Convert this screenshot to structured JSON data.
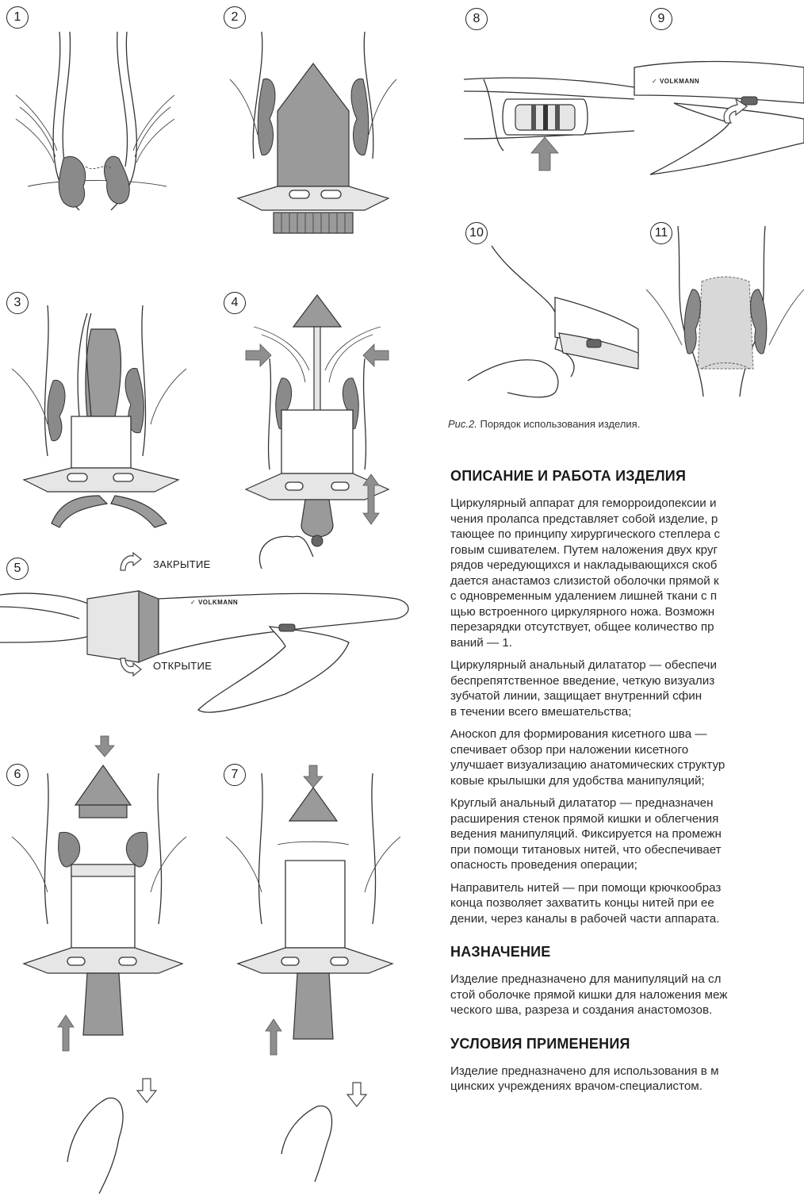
{
  "steps": [
    "1",
    "2",
    "3",
    "4",
    "5",
    "6",
    "7",
    "8",
    "9",
    "10",
    "11"
  ],
  "fig5": {
    "close_label": "ЗАКРЫТИЕ",
    "open_label": "ОТКРЫТИЕ",
    "brand": "VOLKMANN"
  },
  "fig9": {
    "brand": "VOLKMANN"
  },
  "caption": {
    "fig": "Рис.2.",
    "text": " Порядок использования изделия."
  },
  "sections": {
    "description": {
      "title": "ОПИСАНИЕ И РАБОТА ИЗДЕЛИЯ",
      "p1": [
        "Циркулярный аппарат для геморроидопексии и",
        "чения пролапса представляет собой изделие, р",
        "тающее по принципу хирургического степлера с",
        "говым сшивателем. Путем наложения двух круг",
        "рядов чередующихся и накладывающихся скоб",
        "дается анастамоз слизистой оболочки прямой к",
        "с одновременным удалением лишней ткани с п",
        "щью встроенного циркулярного ножа. Возможн",
        "перезарядки отсутствует, общее количество пр",
        "ваний — 1."
      ],
      "p2": [
        "Циркулярный анальный дилататор — обеспечи",
        "беспрепятственное введение, четкую визуализ",
        "зубчатой линии, защищает внутренний сфин",
        "в течении всего вмешательства;"
      ],
      "p3": [
        "Аноскоп для формирования кисетного шва —",
        "спечивает обзор при наложении кисетного",
        "улучшает визуализацию анатомических структур",
        "ковые крылышки для удобства манипуляций;"
      ],
      "p4": [
        "Круглый анальный дилататор — предназначен",
        "расширения стенок прямой кишки и облегчения",
        "ведения манипуляций. Фиксируется на промежн",
        "при помощи титановых нитей, что обеспечивает",
        "опасность проведения операции;"
      ],
      "p5": [
        "Направитель нитей — при помощи крючкообраз",
        "конца позволяет захватить концы нитей при ее",
        "дении, через каналы в рабочей части аппарата."
      ]
    },
    "purpose": {
      "title": "НАЗНАЧЕНИЕ",
      "p1": [
        "Изделие предназначено для манипуляций на сл",
        "стой оболочке прямой кишки для наложения меж",
        "ческого шва, разреза и создания анастомозов."
      ]
    },
    "conditions": {
      "title": "УСЛОВИЯ ПРИМЕНЕНИЯ",
      "p1": [
        "Изделие предназначено для использования в м",
        "цинских учреждениях врачом-специалистом."
      ]
    }
  }
}
